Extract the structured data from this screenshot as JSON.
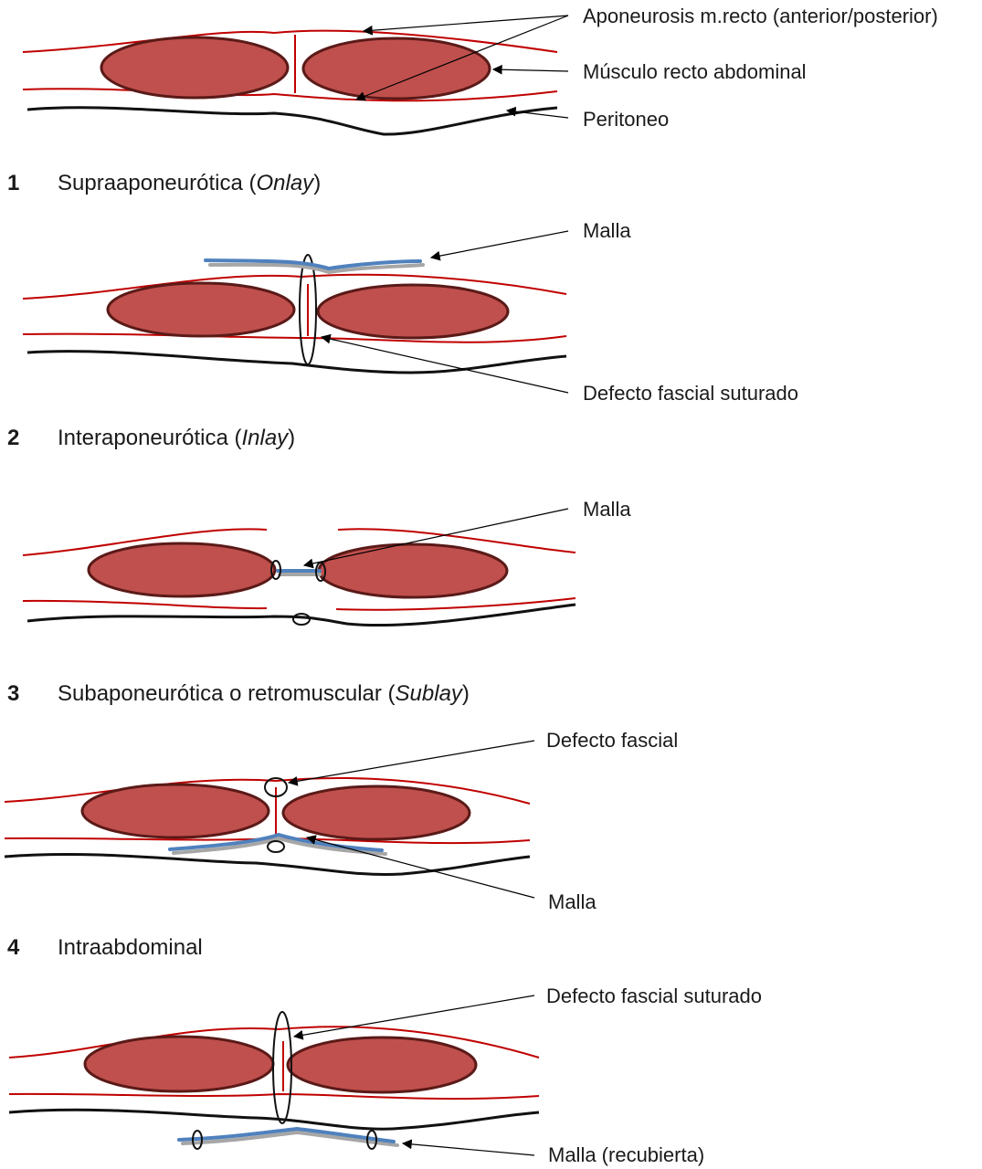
{
  "labels": {
    "aponeurosis": "Aponeurosis m.recto (anterior/posterior)",
    "musculo": "Músculo recto abdominal",
    "peritoneo": "Peritoneo"
  },
  "sections": [
    {
      "number": "1",
      "title_main": "Supraaponeurótica (",
      "title_italic": "Onlay",
      "title_end": ")",
      "callouts": [
        "Malla",
        "Defecto fascial suturado"
      ]
    },
    {
      "number": "2",
      "title_main": "Interaponeurótica (",
      "title_italic": "Inlay",
      "title_end": ")",
      "callouts": [
        "Malla"
      ]
    },
    {
      "number": "3",
      "title_main": "Subaponeurótica o retromuscular (",
      "title_italic": "Sublay",
      "title_end": ")",
      "callouts": [
        "Defecto fascial",
        "Malla"
      ]
    },
    {
      "number": "4",
      "title_main": "Intraabdominal",
      "title_italic": "",
      "title_end": "",
      "callouts": [
        "Defecto fascial suturado",
        "Malla (recubierta)"
      ]
    }
  ],
  "colors": {
    "muscle_fill": "#c0504d",
    "muscle_stroke": "#5a1a18",
    "fascia": "#c00000",
    "peritoneum": "#111111",
    "mesh": "#4f81bd"
  }
}
